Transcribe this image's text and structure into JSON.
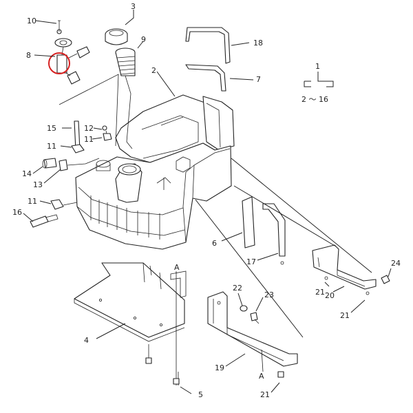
{
  "diagram": {
    "callouts": [
      {
        "id": "c1",
        "text": "1"
      },
      {
        "id": "c2-16",
        "text": "2 ～ 16"
      },
      {
        "id": "c2",
        "text": "2"
      },
      {
        "id": "c3",
        "text": "3"
      },
      {
        "id": "c4",
        "text": "4"
      },
      {
        "id": "c5",
        "text": "5"
      },
      {
        "id": "c6",
        "text": "6"
      },
      {
        "id": "c7",
        "text": "7"
      },
      {
        "id": "c8",
        "text": "8"
      },
      {
        "id": "c9",
        "text": "9"
      },
      {
        "id": "c10",
        "text": "10"
      },
      {
        "id": "c11a",
        "text": "11"
      },
      {
        "id": "c11b",
        "text": "11"
      },
      {
        "id": "c11c",
        "text": "11"
      },
      {
        "id": "c12",
        "text": "12"
      },
      {
        "id": "c13",
        "text": "13"
      },
      {
        "id": "c14",
        "text": "14"
      },
      {
        "id": "c15",
        "text": "15"
      },
      {
        "id": "c16",
        "text": "16"
      },
      {
        "id": "c17",
        "text": "17"
      },
      {
        "id": "c18",
        "text": "18"
      },
      {
        "id": "c19",
        "text": "19"
      },
      {
        "id": "c20",
        "text": "20"
      },
      {
        "id": "c21a",
        "text": "21"
      },
      {
        "id": "c21b",
        "text": "21"
      },
      {
        "id": "c21c",
        "text": "21"
      },
      {
        "id": "c22",
        "text": "22"
      },
      {
        "id": "c23",
        "text": "23"
      },
      {
        "id": "c24",
        "text": "24"
      },
      {
        "id": "cA1",
        "text": "A"
      },
      {
        "id": "cA2",
        "text": "A"
      }
    ],
    "highlight_color": "#d62020",
    "line_color": "#222222"
  }
}
